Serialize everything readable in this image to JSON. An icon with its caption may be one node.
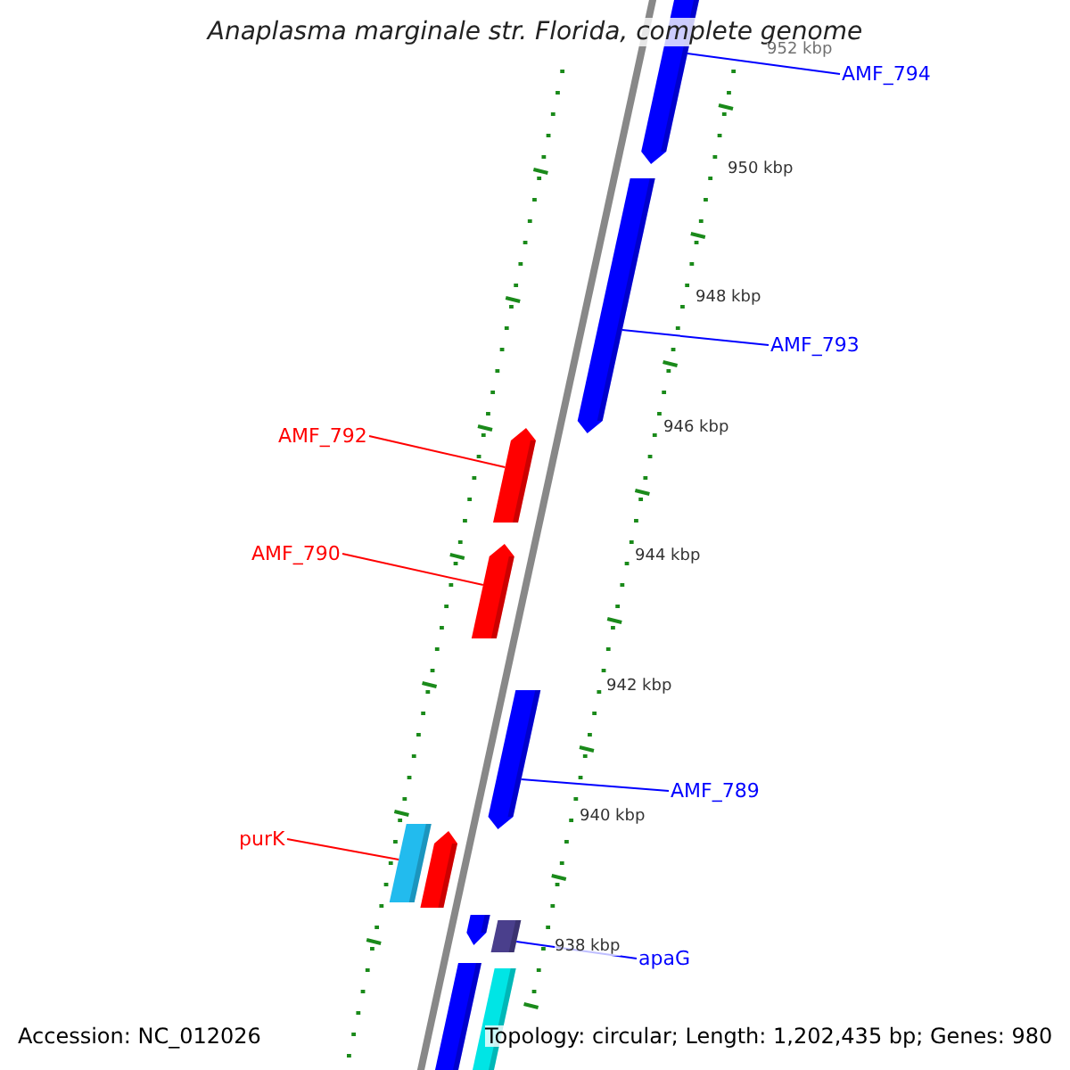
{
  "diagram": {
    "title": "Anaplasma marginale str. Florida, complete genome",
    "nodes": [
      {
        "text": [
          "AMF_794"
        ]
      },
      {
        "text": [],
        "shape": "pentagon"
      },
      {
        "text": [],
        "shape": "pentagon"
      },
      {
        "text": [
          "AMF_793"
        ]
      },
      {
        "text": [
          "AMF_792"
        ]
      },
      {
        "text": [],
        "shape": "pentagon"
      },
      {
        "text": [
          "AMF_790"
        ]
      },
      {
        "text": [],
        "shape": "pentagon"
      },
      {
        "text": [],
        "shape": "pentagon"
      },
      {
        "text": [
          "AMF_789"
        ]
      },
      {
        "text": [
          "purK"
        ]
      },
      {
        "text": [],
        "shape": "box"
      },
      {
        "text": [],
        "shape": "pentagon"
      },
      {
        "text": [],
        "shape": "pentagon"
      },
      {
        "text": [],
        "shape": "box"
      },
      {
        "text": [
          "apaG"
        ]
      },
      {
        "text": [],
        "shape": "box"
      },
      {
        "text": [],
        "shape": "box"
      }
    ],
    "edges": [
      {
        "from": 0,
        "to": 1,
        "arrow": "none"
      },
      {
        "from": 3,
        "to": 2,
        "arrow": "none"
      },
      {
        "from": 4,
        "to": 5,
        "arrow": "none",
        "color": "#ff0000"
      },
      {
        "from": 6,
        "to": 7,
        "arrow": "none",
        "color": "#ff0000"
      },
      {
        "from": 9,
        "to": 8,
        "arrow": "none"
      },
      {
        "from": 10,
        "to": 11,
        "arrow": "none",
        "color": "#ff0000"
      },
      {
        "from": 15,
        "to": 14,
        "arrow": "none"
      }
    ],
    "labels": [
      "952 kbp",
      "950 kbp",
      "948 kbp",
      "946 kbp",
      "944 kbp",
      "942 kbp",
      "940 kbp",
      "938 kbp",
      "Accession: NC_012026",
      "Topology: circular; Length: 1,202,435 bp; Genes: 980"
    ]
  }
}
